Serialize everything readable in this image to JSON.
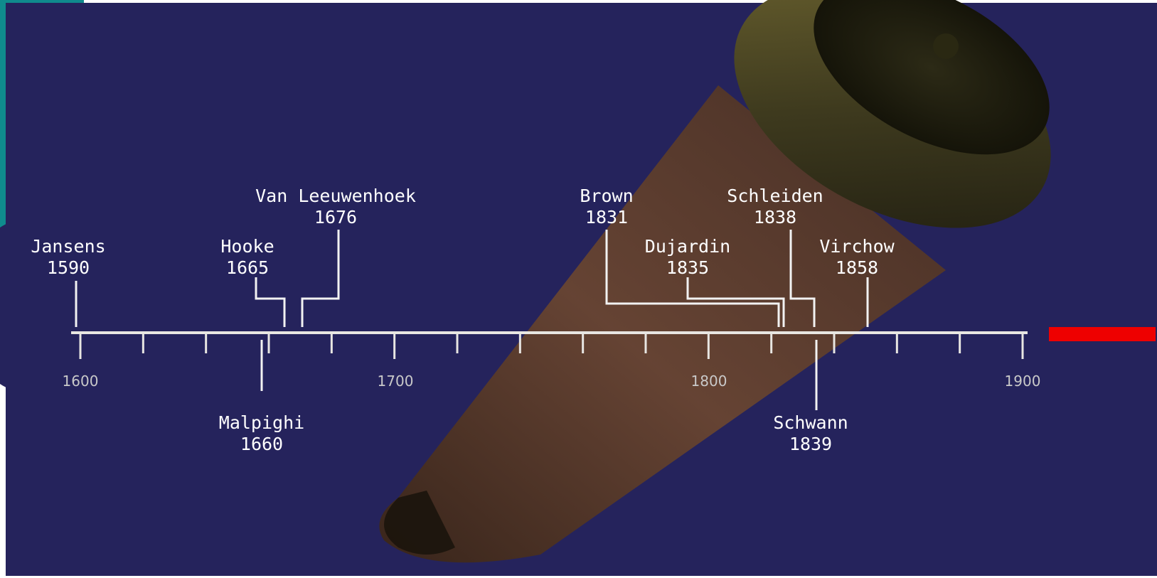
{
  "timeline": {
    "axis_range": [
      1600,
      1900
    ],
    "tick_labels": [
      "1600",
      "1700",
      "1800",
      "1900"
    ],
    "events": [
      {
        "name": "Jansens",
        "year": "1590"
      },
      {
        "name": "Hooke",
        "year": "1665"
      },
      {
        "name": "Van Leeuwenhoek",
        "year": "1676"
      },
      {
        "name": "Malpighi",
        "year": "1660"
      },
      {
        "name": "Brown",
        "year": "1831"
      },
      {
        "name": "Dujardin",
        "year": "1835"
      },
      {
        "name": "Schleiden",
        "year": "1838"
      },
      {
        "name": "Schwann",
        "year": "1839"
      },
      {
        "name": "Virchow",
        "year": "1858"
      }
    ]
  },
  "colors": {
    "background": "#25235c",
    "accent_teal": "#0f8b8d",
    "arrow": "#ee0000",
    "line": "#f2f2f2"
  },
  "icons": {
    "arrow": "right-arrow-icon",
    "microscope": "microscope-tube-image"
  }
}
